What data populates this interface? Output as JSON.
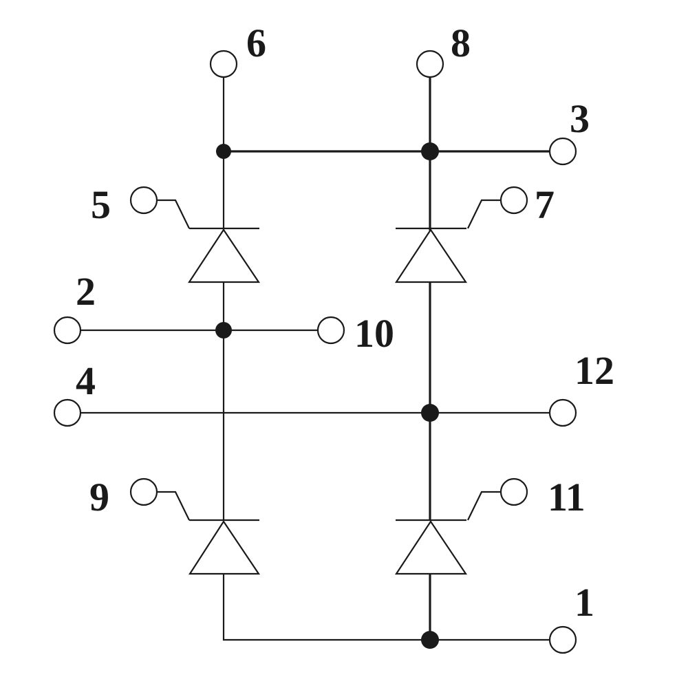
{
  "diagram": {
    "terminals": [
      {
        "id": "t1",
        "label": "1"
      },
      {
        "id": "t2",
        "label": "2"
      },
      {
        "id": "t3",
        "label": "3"
      },
      {
        "id": "t4",
        "label": "4"
      },
      {
        "id": "t5",
        "label": "5"
      },
      {
        "id": "t6",
        "label": "6"
      },
      {
        "id": "t7",
        "label": "7"
      },
      {
        "id": "t8",
        "label": "8"
      },
      {
        "id": "t9",
        "label": "9"
      },
      {
        "id": "t10",
        "label": "10"
      },
      {
        "id": "t11",
        "label": "11"
      },
      {
        "id": "t12",
        "label": "12"
      }
    ],
    "colors": {
      "line": "#1a1a1a",
      "background": "#ffffff"
    }
  }
}
